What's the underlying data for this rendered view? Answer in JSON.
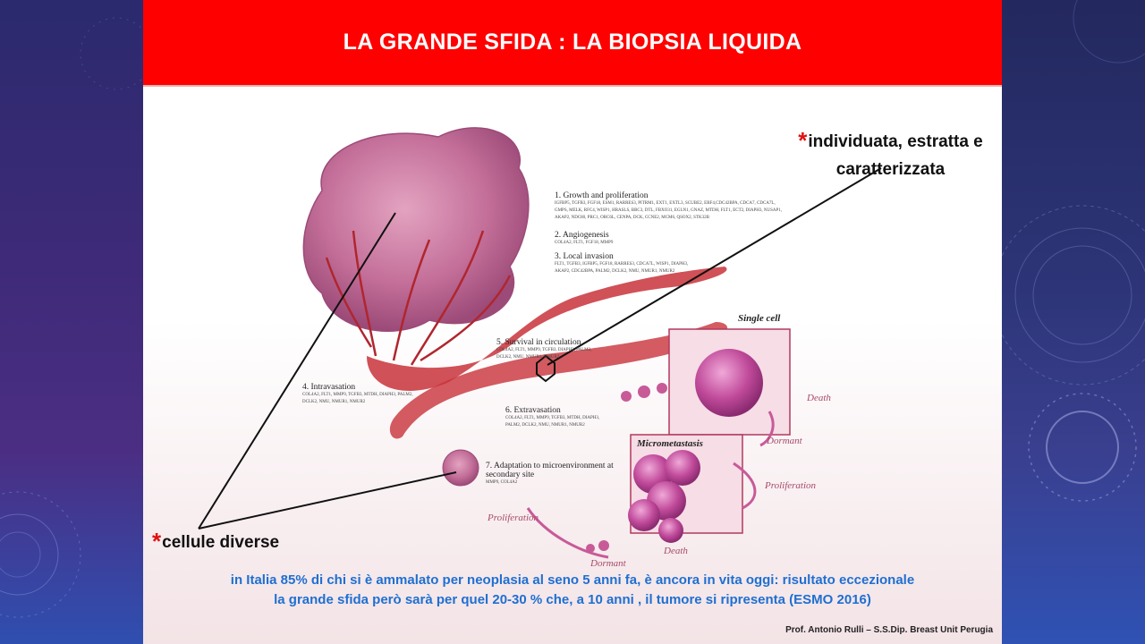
{
  "slide": {
    "title": "LA GRANDE SFIDA : LA BIOPSIA LIQUIDA",
    "annotation_top": {
      "star": "*",
      "line1": "individuata, estratta e",
      "line2": "caratterizzata"
    },
    "annotation_bottom": {
      "star": "*",
      "text": "cellule diverse"
    },
    "bottom_line1": "in Italia 85% di chi si è ammalato per neoplasia al seno 5 anni fa,  è ancora in vita oggi: risultato eccezionale",
    "bottom_line2": "la grande sfida però sarà per quel 20-30 %  che,  a 10 anni , il tumore si ripresenta  (ESMO 2016)",
    "credit": "Prof. Antonio Rulli – S.S.Dip. Breast Unit Perugia"
  },
  "diagram": {
    "steps": [
      {
        "title": "1. Growth and proliferation",
        "genes": "IGFBP5, TGFB3, FGF18, ESM1, RARRES3, PITRM1, EXT1, EXTL3, SCUBE2, EBF4,CDC42BPA, CDCA7, CDCA7L, GMPS, MELK, RFC4, WISP1, HRASLS, BBC3, DTL, FBXO31, EGLN1, GNAZ, MTDH, FLT1, ECT2, DIAPH3, NUSAP1, AKAP2, NDC80, PRC1, ORC6L, CENPA, DCK, CCNE2, MCM6, QSOX2, STK32B"
      },
      {
        "title": "2. Angiogenesis",
        "genes": "COL4A2, FLT1, FGF18, MMP9"
      },
      {
        "title": "3. Local invasion",
        "genes": "FLT1, TGFB3, IGFBP5, FGF18, RARRES3, CDCA7L, WISP1, DIAPH3, AKAP2, CDC42BPA, PALM2, DCLK2, NMU, NMUR1, NMUR2"
      },
      {
        "title": "4. Intravasation",
        "genes": "COL4A2, FLT1, MMP9, TGFB3, MTDH, DIAPH3, PALM2, DCLK2, NMU, NMUR1, NMUR2"
      },
      {
        "title": "5. Survival in circulation",
        "genes": "COL4A2, FLT1, MMP9, TGFB3, DIAPH3, PALM2, DCLK2, NMU, NMUR1, NMUR2"
      },
      {
        "title": "6. Extravasation",
        "genes": "COL4A2, FLT1, MMP9, TGFB3, MTDH, DIAPH3, PALM2, DCLK2, NMU, NMUR1, NMUR2"
      },
      {
        "title": "7. Adaptation to microenvironment at secondary site",
        "genes": "MMP9, COL4A2"
      }
    ],
    "labels": {
      "single_cell": "Single cell",
      "micrometastasis": "Micrometastasis",
      "death_1": "Death",
      "death_2": "Death",
      "dormant_1": "Dormant",
      "dormant_2": "Dormant",
      "proliferation_1": "Proliferation",
      "proliferation_2": "Proliferation"
    },
    "colors": {
      "tumor": "#c86a93",
      "vessel": "#c8323a",
      "cell": "#b03a86"
    }
  }
}
